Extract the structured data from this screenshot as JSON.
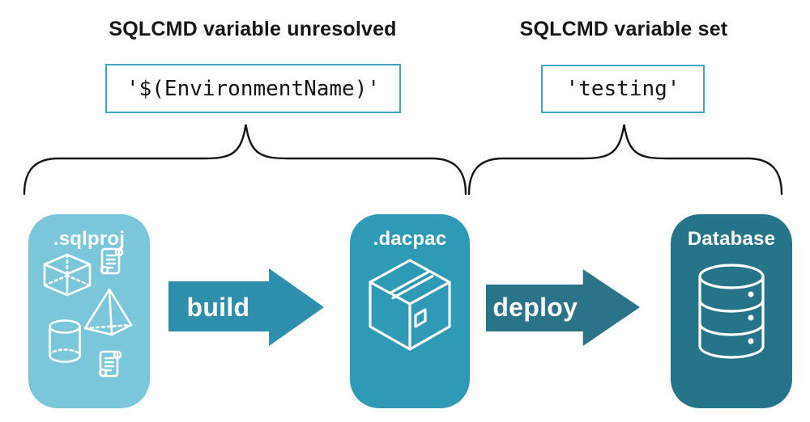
{
  "diagram": {
    "left_annotation": {
      "heading": "SQLCMD variable unresolved",
      "code": "'$(EnvironmentName)'"
    },
    "right_annotation": {
      "heading": "SQLCMD variable set",
      "code": "'testing'"
    },
    "stages": [
      {
        "label": ".sqlproj",
        "color": "#7AC6DB",
        "icon": "sql-project-objects-icon"
      },
      {
        "label": ".dacpac",
        "color": "#2F9AB5",
        "icon": "package-icon"
      },
      {
        "label": "Database",
        "color": "#26748A",
        "icon": "database-icon"
      }
    ],
    "arrows": [
      {
        "label": "build",
        "color": "#2D8FAC"
      },
      {
        "label": "deploy",
        "color": "#2B7389"
      }
    ],
    "colors": {
      "code_box_border": "#3BA7C4",
      "brace": "#141414",
      "heading_text": "#161616",
      "code_text": "#141414",
      "card_text": "#FFFFFF"
    }
  }
}
